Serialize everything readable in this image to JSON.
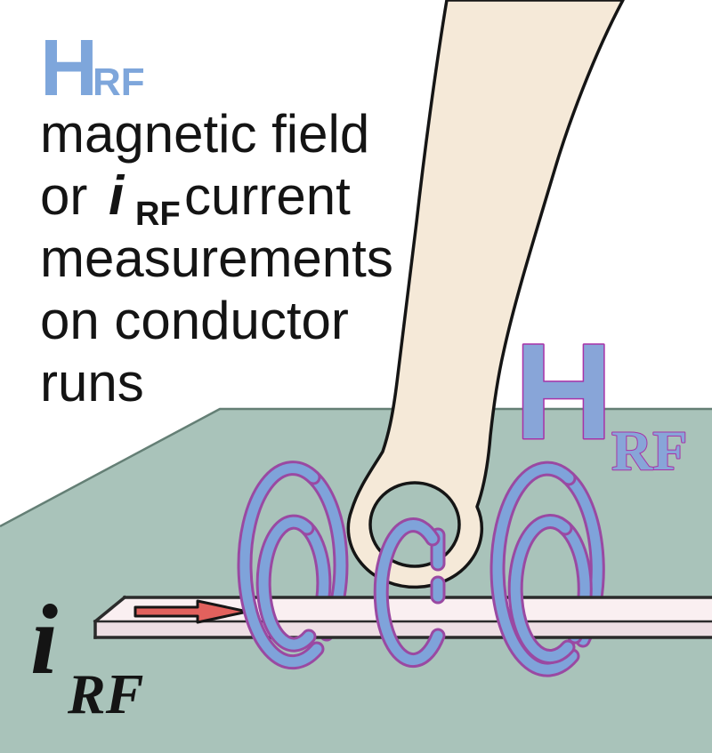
{
  "colors": {
    "background": "#ffffff",
    "board": "#a9c3ba",
    "board_edge": "#647f75",
    "probe": "#f5e9d8",
    "outline_black": "#151515",
    "loop_blue": "#7fa3da",
    "loop_purple": "#9a49a2",
    "trace_top": "#faeff1",
    "trace_front": "#eedfe4",
    "trace_edge": "#2b2b2b",
    "arrow_red": "#e2615d",
    "label_light_blue": "#7ea6db",
    "label_h_fill": "#88a5d8",
    "label_h_outline": "#a832a8",
    "text_black": "#141414"
  },
  "heading": {
    "h": "H",
    "h_sub": "RF",
    "line1": "magnetic field",
    "line2_or": "or",
    "line2_i": "i",
    "line2_i_sub": "RF",
    "line2_current": "current",
    "line3": "measurements",
    "line4": "on conductor",
    "line5": "runs"
  },
  "field_label": {
    "h": "H",
    "sub": "RF"
  },
  "current_label": {
    "i": "i",
    "sub": "RF"
  }
}
